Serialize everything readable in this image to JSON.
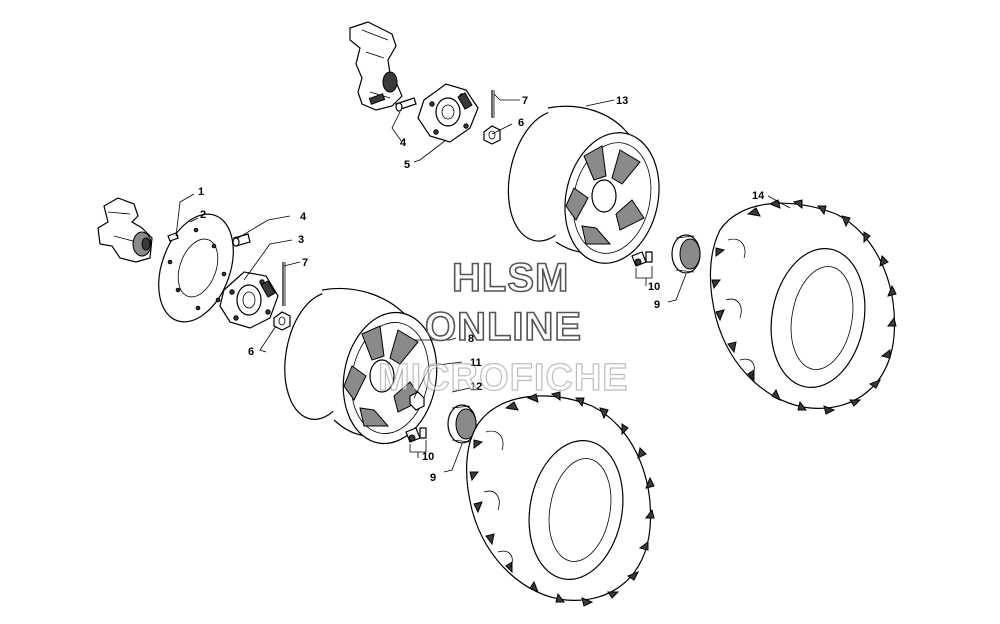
{
  "callouts": [
    {
      "id": "c1",
      "text": "1"
    },
    {
      "id": "c2",
      "text": "2"
    },
    {
      "id": "c3",
      "text": "3"
    },
    {
      "id": "c4a",
      "text": "4"
    },
    {
      "id": "c4b",
      "text": "4"
    },
    {
      "id": "c5",
      "text": "5"
    },
    {
      "id": "c6a",
      "text": "6"
    },
    {
      "id": "c6b",
      "text": "6"
    },
    {
      "id": "c7a",
      "text": "7"
    },
    {
      "id": "c7b",
      "text": "7"
    },
    {
      "id": "c8",
      "text": "8"
    },
    {
      "id": "c9a",
      "text": "9"
    },
    {
      "id": "c9b",
      "text": "9"
    },
    {
      "id": "c10a",
      "text": "10"
    },
    {
      "id": "c10b",
      "text": "10"
    },
    {
      "id": "c11",
      "text": "11"
    },
    {
      "id": "c12",
      "text": "12"
    },
    {
      "id": "c13",
      "text": "13"
    },
    {
      "id": "c14",
      "text": "14"
    }
  ],
  "watermark": {
    "line1": "HLSM",
    "line2": "ONLINE",
    "line3": "MICROFICHE"
  }
}
